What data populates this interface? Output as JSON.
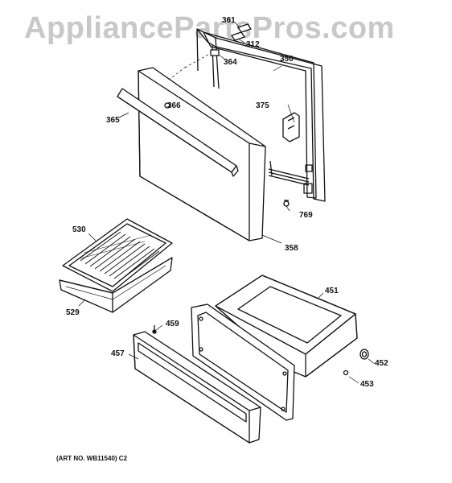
{
  "watermark": "AppliancePartsPros.com",
  "art_number": "(ART NO. WB11540) C2",
  "callouts": {
    "c361": "361",
    "c312": "312",
    "c364": "364",
    "c350": "350",
    "c366": "366",
    "c365": "365",
    "c375": "375",
    "c769": "769",
    "c530": "530",
    "c358": "358",
    "c529": "529",
    "c451": "451",
    "c459": "459",
    "c457": "457",
    "c452": "452",
    "c453": "453"
  }
}
